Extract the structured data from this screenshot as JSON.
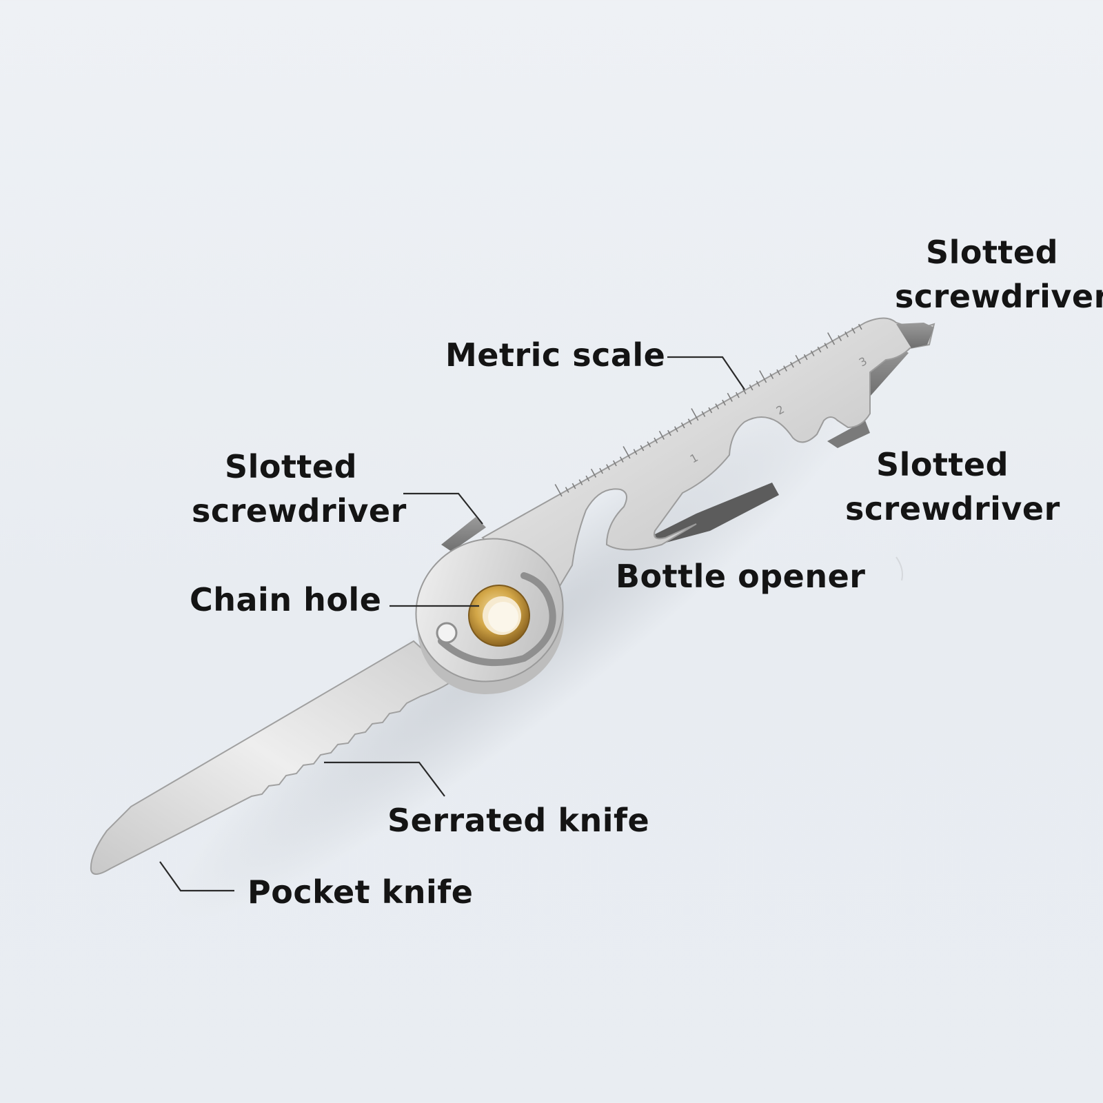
{
  "figure": {
    "subject": "keychain multi-tool",
    "colors": {
      "background": "#edf0f4",
      "steel_light": "#e6e6e6",
      "steel_dark": "#a9a9a9",
      "brass": "#c89a3a",
      "leader_line": "#2a2a2a",
      "text": "#141414"
    }
  },
  "labels": {
    "tip_screwdriver": {
      "line1": "Slotted",
      "line2": "screwdriver"
    },
    "metric_scale": {
      "text": "Metric scale"
    },
    "side_screwdriver": {
      "line1": "Slotted",
      "line2": "screwdriver"
    },
    "left_screwdriver": {
      "line1": "Slotted",
      "line2": "screwdriver"
    },
    "bottle_opener": {
      "text": "Bottle opener"
    },
    "chain_hole": {
      "text": "Chain hole"
    },
    "serrated_knife": {
      "text": "Serrated knife"
    },
    "pocket_knife": {
      "text": "Pocket knife"
    }
  },
  "ruler": {
    "major_marks": [
      "1",
      "2",
      "3"
    ]
  }
}
